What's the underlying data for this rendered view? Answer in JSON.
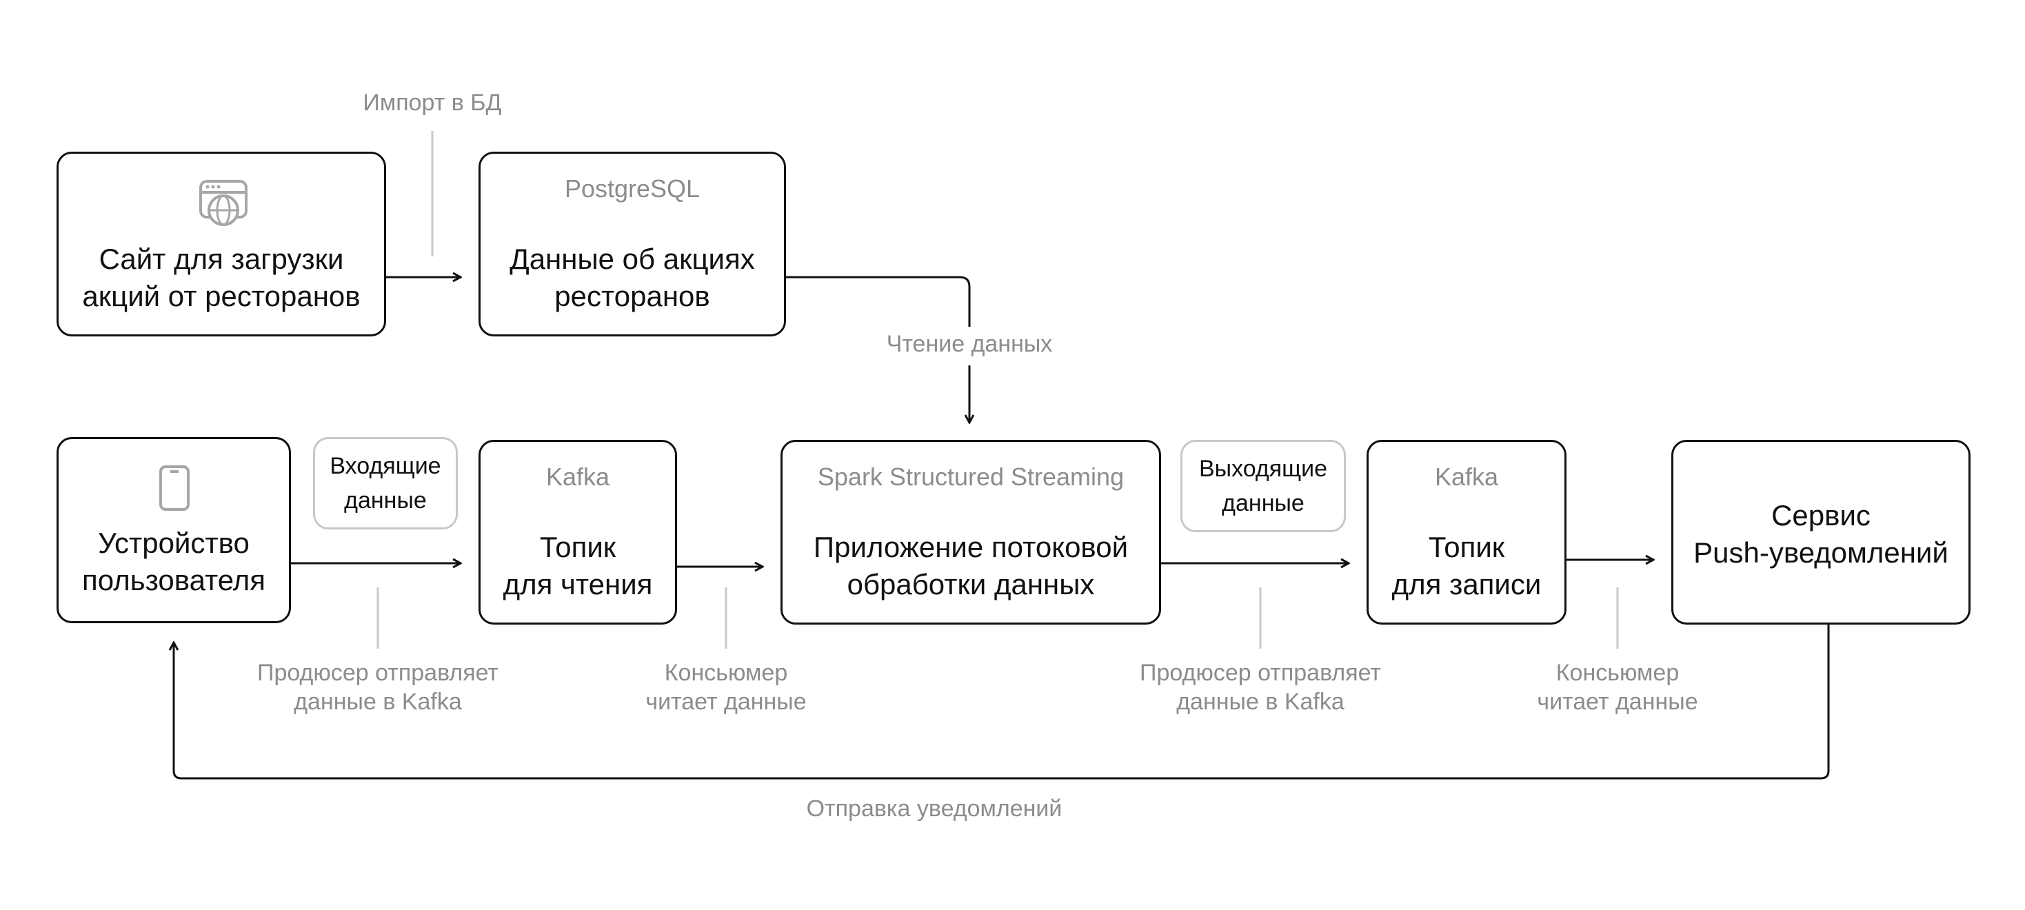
{
  "nodes": {
    "site": {
      "title": "Сайт для загрузки\nакций от ресторанов",
      "icon": "browser-globe-icon"
    },
    "postgres": {
      "tech": "PostgreSQL",
      "title": "Данные об акциях\nресторанов"
    },
    "device": {
      "title": "Устройство\nпользователя",
      "icon": "smartphone-icon"
    },
    "kafka_read": {
      "tech": "Kafka",
      "title": "Топик\nдля чтения"
    },
    "spark": {
      "tech": "Spark Structured Streaming",
      "title": "Приложение потоковой\nобработки данных"
    },
    "kafka_write": {
      "tech": "Kafka",
      "title": "Топик\nдля записи"
    },
    "push": {
      "title": "Сервис\nPush-уведомлений"
    }
  },
  "tags": {
    "incoming": "Входящие\nданные",
    "outgoing": "Выходящие\nданные"
  },
  "labels": {
    "import_db": "Импорт в БД",
    "read_data": "Чтение данных",
    "producer_1": "Продюсер отправляет\nданные в Kafka",
    "consumer_1": "Консьюмер\nчитает данные",
    "producer_2": "Продюсер отправляет\nданные в Kafka",
    "consumer_2": "Консьюмер\nчитает данные",
    "send_notifications": "Отправка уведомлений"
  },
  "colors": {
    "stroke": "#111111",
    "muted_text": "#8c8c8c",
    "tag_border": "#c8c8c8",
    "icon_gray": "#a6a6a6"
  }
}
